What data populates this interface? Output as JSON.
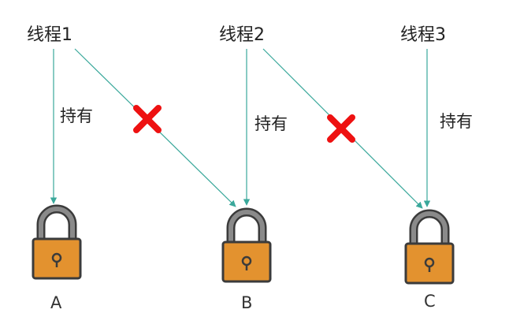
{
  "colors": {
    "arrow": "#3aa89b",
    "cross": "#ee1111",
    "lock_body": "#e3922f",
    "lock_outline": "#3b3b3b",
    "shackle": "#7a7a7a",
    "text": "#222222"
  },
  "threads": [
    {
      "id": "t1",
      "label": "线程1"
    },
    {
      "id": "t2",
      "label": "线程2"
    },
    {
      "id": "t3",
      "label": "线程3"
    }
  ],
  "locks": [
    {
      "id": "A",
      "label": "A",
      "icon": "padlock-icon"
    },
    {
      "id": "B",
      "label": "B",
      "icon": "padlock-icon"
    },
    {
      "id": "C",
      "label": "C",
      "icon": "padlock-icon"
    }
  ],
  "hold_text": "持有",
  "relations": [
    {
      "from": "线程1",
      "to": "A",
      "type": "holds",
      "label": "持有"
    },
    {
      "from": "线程2",
      "to": "B",
      "type": "holds",
      "label": "持有"
    },
    {
      "from": "线程3",
      "to": "C",
      "type": "holds",
      "label": "持有"
    },
    {
      "from": "线程1",
      "to": "B",
      "type": "blocked",
      "marker": "cross-icon"
    },
    {
      "from": "线程2",
      "to": "C",
      "type": "blocked",
      "marker": "cross-icon"
    }
  ]
}
